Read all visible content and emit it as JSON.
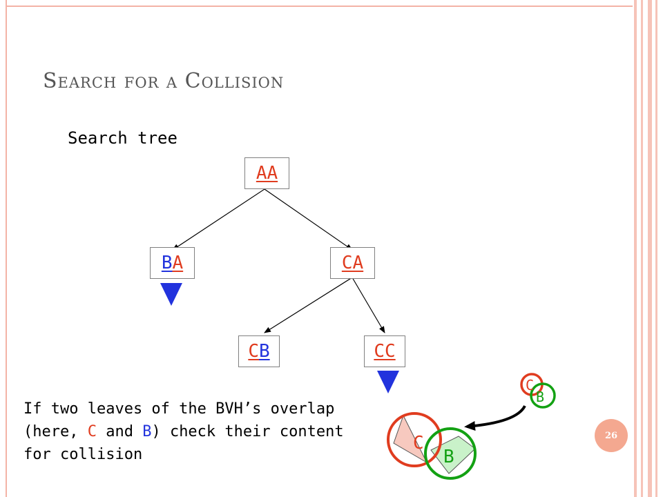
{
  "slide": {
    "title": "Search for a Collision",
    "subtitle": "Search tree",
    "page_number": "26"
  },
  "tree": {
    "nodes": [
      {
        "id": "AA",
        "left": "A",
        "right": "A"
      },
      {
        "id": "BA",
        "left": "B",
        "right": "A"
      },
      {
        "id": "CA",
        "left": "C",
        "right": "A"
      },
      {
        "id": "CB",
        "left": "C",
        "right": "B"
      },
      {
        "id": "CC",
        "left": "C",
        "right": "C"
      }
    ],
    "edges": [
      [
        "AA",
        "BA"
      ],
      [
        "AA",
        "CA"
      ],
      [
        "CA",
        "CB"
      ],
      [
        "CA",
        "CC"
      ]
    ],
    "pruned": [
      "BA",
      "CC"
    ]
  },
  "caption": {
    "line1": "If two leaves of the BVH’s overlap",
    "line2_pre": "(here, ",
    "line2_c": "C",
    "line2_mid": " and ",
    "line2_b": "B",
    "line2_post": ") check their content",
    "line3": "for collision"
  },
  "illustration": {
    "small_c": "C",
    "small_b": "B",
    "large_c": "C",
    "large_b": "B"
  },
  "colors": {
    "red": "#e03c1f",
    "blue": "#2233dd",
    "green": "#13a113",
    "accent": "#f4a890"
  }
}
